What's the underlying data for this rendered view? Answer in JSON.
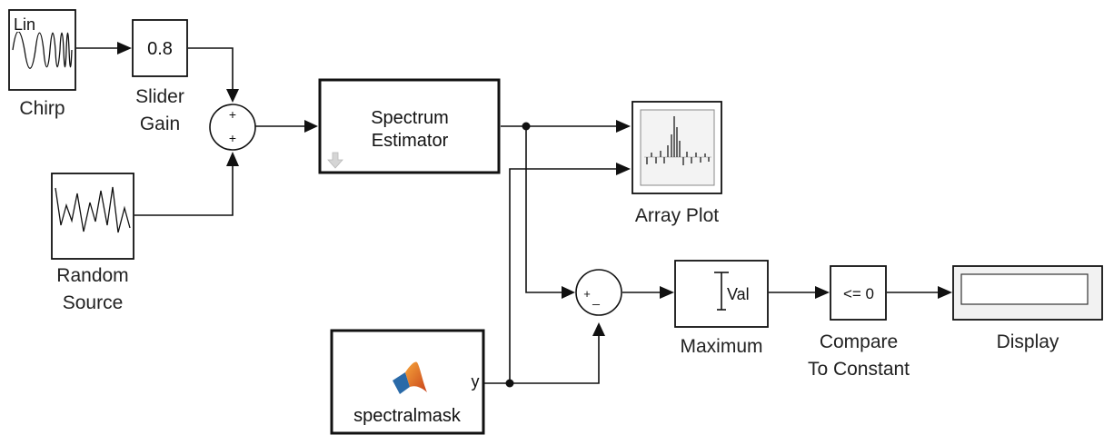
{
  "diagram": {
    "blocks": {
      "chirp": {
        "label": "Chirp",
        "icon_text": "Lin",
        "icon": "chirp-signal-icon"
      },
      "slider_gain": {
        "label_line1": "Slider",
        "label_line2": "Gain",
        "value": "0.8"
      },
      "sum": {
        "sign_top": "+",
        "sign_bottom": "+"
      },
      "random_source": {
        "label_line1": "Random",
        "label_line2": "Source",
        "icon": "random-signal-icon"
      },
      "spectrum_estimator": {
        "label_line1": "Spectrum",
        "label_line2": "Estimator",
        "icon": "mask-arrow-icon"
      },
      "array_plot": {
        "label": "Array Plot",
        "icon": "array-plot-icon"
      },
      "subtract": {
        "sign_left": "+",
        "sign_bottom": "_"
      },
      "maximum": {
        "label": "Maximum",
        "icon_text": "Val",
        "icon": "maximum-icon"
      },
      "compare": {
        "label_line1": "Compare",
        "label_line2": "To Constant",
        "icon_text": "<= 0"
      },
      "display": {
        "label": "Display"
      },
      "spectralmask": {
        "label": "spectralmask",
        "port_label": "y",
        "icon": "matlab-logo-icon"
      }
    }
  }
}
